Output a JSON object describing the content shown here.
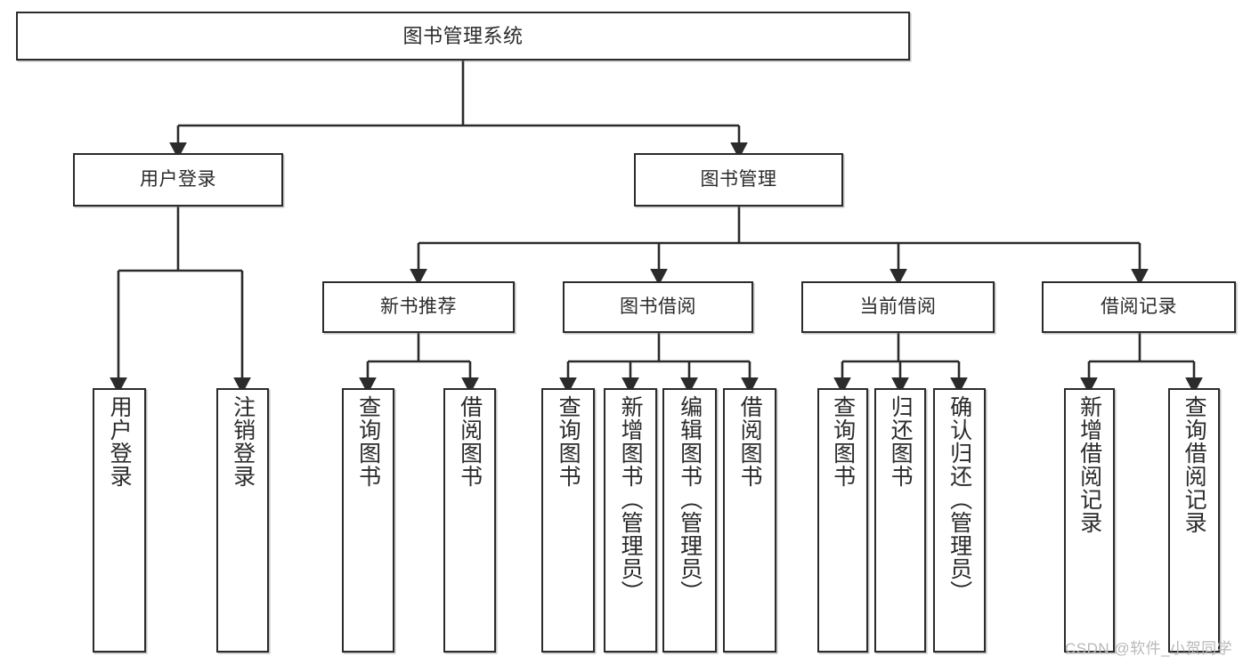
{
  "diagram": {
    "title": "图书管理系统",
    "type": "tree-structure-chart",
    "stroke_color": "#2b2b2b",
    "background_color": "#ffffff",
    "nodes": {
      "root": {
        "label": "图书管理系统"
      },
      "level2": [
        {
          "id": "user-login",
          "label": "用户登录"
        },
        {
          "id": "book-manage",
          "label": "图书管理"
        }
      ],
      "level3": [
        {
          "id": "new-book-rec",
          "label": "新书推荐"
        },
        {
          "id": "book-borrow",
          "label": "图书借阅"
        },
        {
          "id": "current-borrow",
          "label": "当前借阅"
        },
        {
          "id": "borrow-record",
          "label": "借阅记录"
        }
      ],
      "leaves": [
        {
          "id": "leaf-user-login",
          "label": "用户登录",
          "parent": "user-login"
        },
        {
          "id": "leaf-logout",
          "label": "注销登录",
          "parent": "user-login"
        },
        {
          "id": "leaf-query-book-1",
          "label": "查询图书",
          "parent": "new-book-rec"
        },
        {
          "id": "leaf-borrow-book-1",
          "label": "借阅图书",
          "parent": "new-book-rec"
        },
        {
          "id": "leaf-query-book-2",
          "label": "查询图书",
          "parent": "book-borrow"
        },
        {
          "id": "leaf-add-book",
          "label": "新增图书（管理员）",
          "parent": "book-borrow"
        },
        {
          "id": "leaf-edit-book",
          "label": "编辑图书（管理员）",
          "parent": "book-borrow"
        },
        {
          "id": "leaf-borrow-book-2",
          "label": "借阅图书",
          "parent": "book-borrow"
        },
        {
          "id": "leaf-query-book-3",
          "label": "查询图书",
          "parent": "current-borrow"
        },
        {
          "id": "leaf-return-book",
          "label": "归还图书",
          "parent": "current-borrow"
        },
        {
          "id": "leaf-confirm-return",
          "label": "确认归还（管理员）",
          "parent": "current-borrow"
        },
        {
          "id": "leaf-add-record",
          "label": "新增借阅记录",
          "parent": "borrow-record"
        },
        {
          "id": "leaf-query-record",
          "label": "查询借阅记录",
          "parent": "borrow-record"
        }
      ]
    },
    "watermark": "CSDN @软件_小贺同学"
  }
}
